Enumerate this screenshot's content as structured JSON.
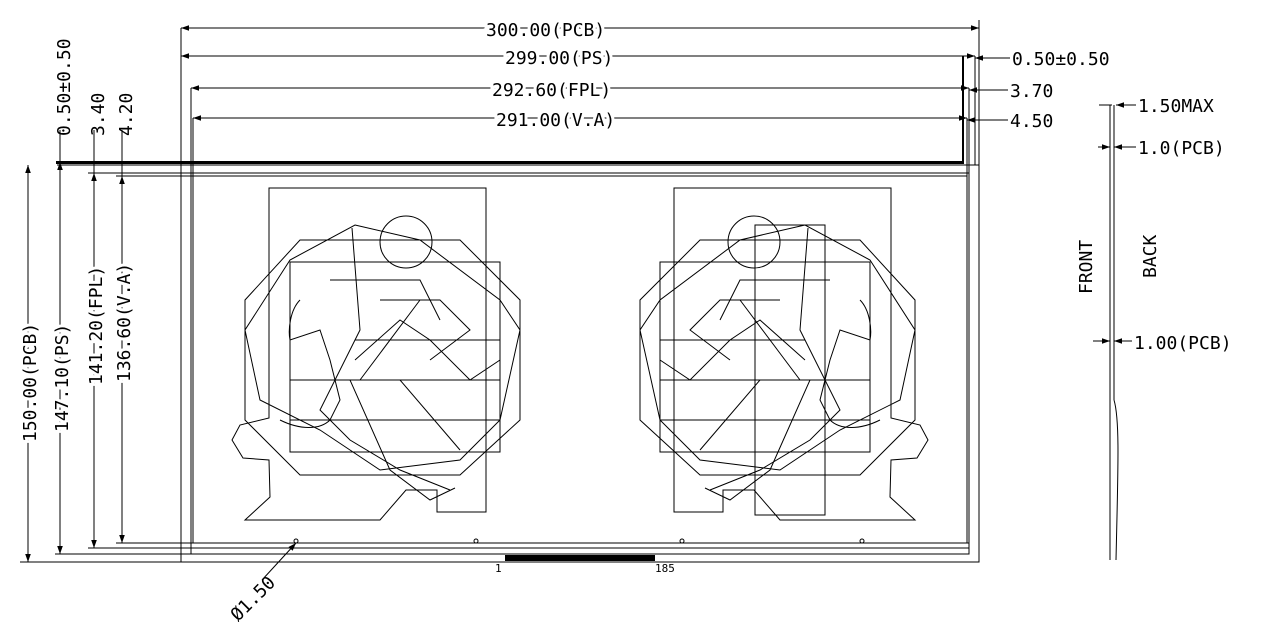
{
  "horizontal_dims": {
    "pcb": "300.00(PCB)",
    "ps": "299.00(PS)",
    "fpl": "292.60(FPL)",
    "va": "291.00(V.A)",
    "right_offset_ps": "0.50±0.50",
    "right_offset_fpl": "3.70",
    "right_offset_va": "4.50"
  },
  "vertical_dims": {
    "pcb": "150.00(PCB)",
    "ps": "147.10(PS)",
    "fpl": "141.20(FPL)",
    "va": "136.60(V.A)",
    "top_offset_ps": "0.50±0.50",
    "top_offset_fpl": "3.40",
    "top_offset_va": "4.20"
  },
  "side_view": {
    "thickness_max": "1.50MAX",
    "pcb_top": "1.0(PCB)",
    "pcb_bottom": "1.00(PCB)",
    "front_label": "FRONT",
    "back_label": "BACK"
  },
  "hole": {
    "diameter": "Ø1.50"
  },
  "connector": {
    "pin_first": "1",
    "pin_last": "185"
  }
}
